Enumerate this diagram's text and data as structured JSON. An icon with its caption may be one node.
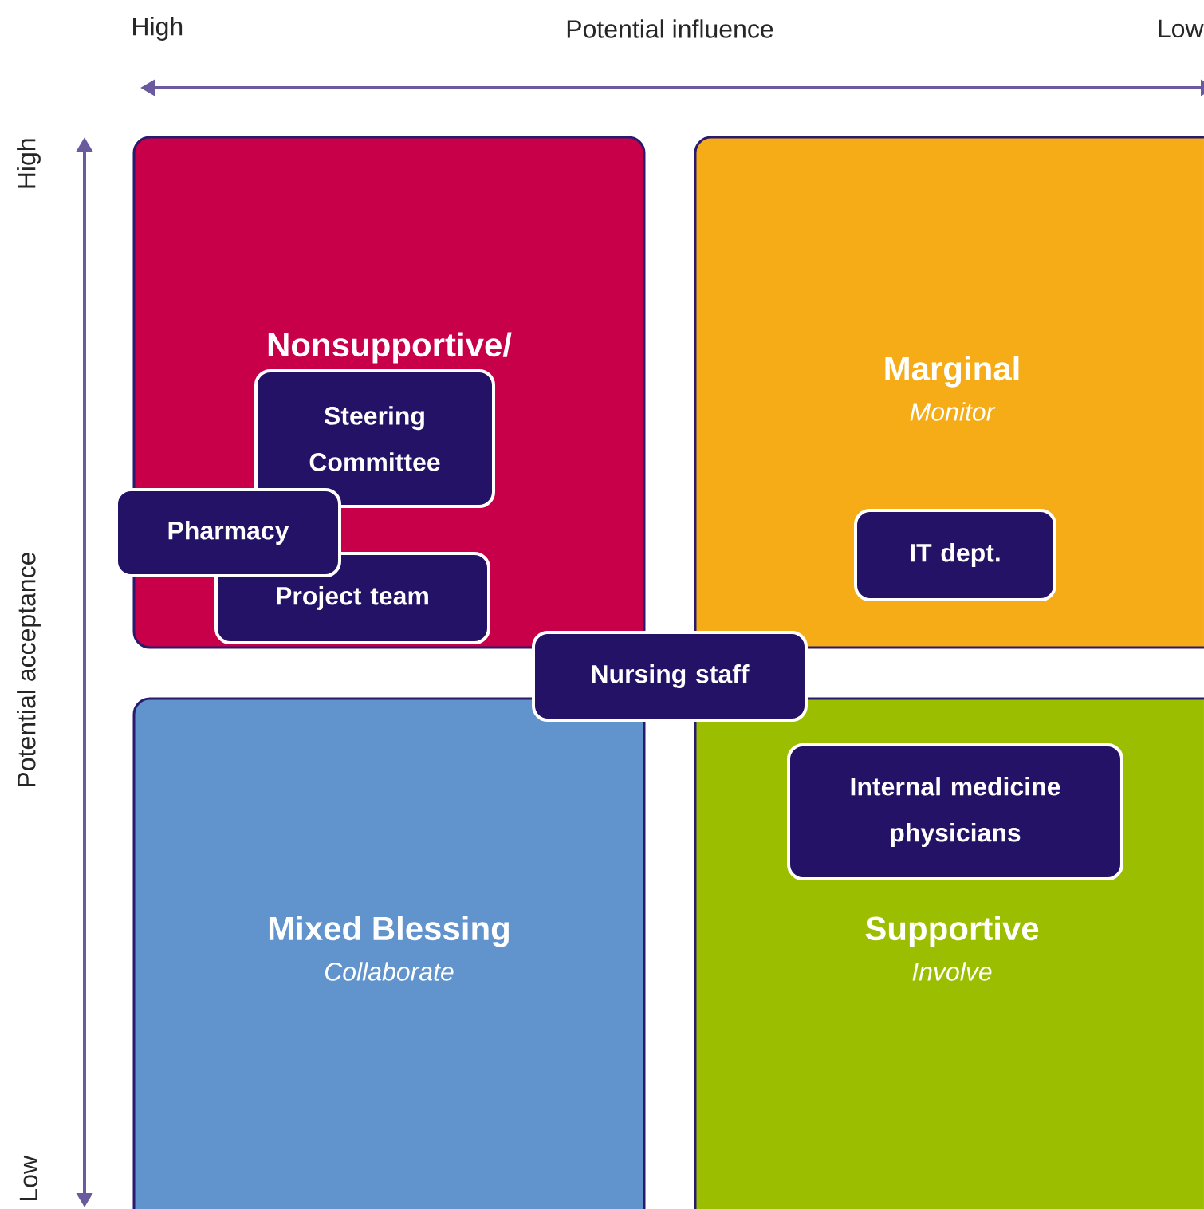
{
  "diagram": {
    "nodes": [
      {
        "text": [
          "Nonsupportive/"
        ]
      },
      {
        "text": [
          "Marginal",
          "Monitor"
        ]
      },
      {
        "text": [
          "Mixed Blessing",
          "Collaborate"
        ]
      },
      {
        "text": [
          "Supportive",
          "Involve"
        ]
      },
      {
        "text": [
          "Steering Committee"
        ],
        "in": 0
      },
      {
        "text": [
          "Pharmacy"
        ]
      },
      {
        "text": [
          "Project team"
        ],
        "in": 0
      },
      {
        "text": [
          "IT dept."
        ],
        "in": 1
      },
      {
        "text": [
          "Nursing staff"
        ]
      },
      {
        "text": [
          "Internal medicine physicians"
        ],
        "in": 3
      }
    ],
    "labels": [
      "High",
      "Potential influence",
      "Low",
      "High",
      "Potential acceptance",
      "Low"
    ]
  }
}
